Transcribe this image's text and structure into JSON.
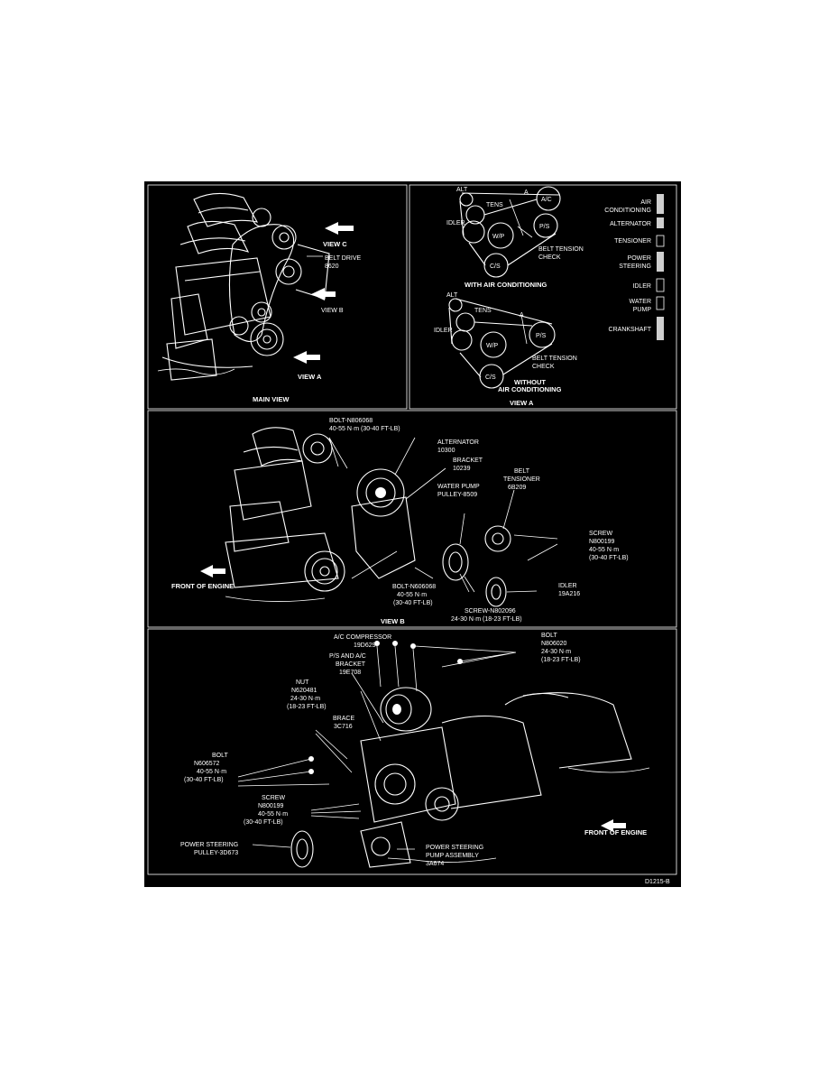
{
  "main_view": {
    "caption": "MAIN VIEW",
    "labels": {
      "view_c": "VIEW C",
      "belt_drive": [
        "BELT DRIVE",
        "8620"
      ],
      "view_b": "VIEW B",
      "view_a": "VIEW A"
    }
  },
  "view_a": {
    "caption": "VIEW A",
    "with_ac": {
      "title": "WITH AIR CONDITIONING",
      "pulleys": {
        "alt": "ALT",
        "tens": "TENS",
        "ac": "A/C",
        "idler": "IDLER",
        "wp": "W/P",
        "ps": "P/S",
        "cs": "C/S",
        "a": "A"
      },
      "belt_check": [
        "BELT TENSION",
        "CHECK"
      ]
    },
    "without_ac": {
      "title": [
        "WITHOUT",
        "AIR CONDITIONING"
      ],
      "pulleys": {
        "alt": "ALT",
        "tens": "TENS",
        "idler": "IDLER",
        "wp": "W/P",
        "ps": "P/S",
        "cs": "C/S",
        "a": "A"
      },
      "belt_check": [
        "BELT TENSION",
        "CHECK"
      ]
    },
    "legend": [
      {
        "label": [
          "AIR",
          "CONDITIONING"
        ]
      },
      {
        "label": [
          "ALTERNATOR"
        ]
      },
      {
        "label": [
          "TENSIONER"
        ]
      },
      {
        "label": [
          "POWER",
          "STEERING"
        ]
      },
      {
        "label": [
          "IDLER"
        ]
      },
      {
        "label": [
          "WATER",
          "PUMP"
        ]
      },
      {
        "label": [
          "CRANKSHAFT"
        ]
      }
    ]
  },
  "view_b": {
    "caption": "VIEW B",
    "labels": {
      "bolt_top": [
        "BOLT-N806068",
        "40-55 N·m (30-40 FT-LB)"
      ],
      "alternator": [
        "ALTERNATOR",
        "10300"
      ],
      "bracket": [
        "BRACKET",
        "10239"
      ],
      "belt_tensioner": [
        "BELT",
        "TENSIONER",
        "6B209"
      ],
      "water_pump_pulley": [
        "WATER PUMP",
        "PULLEY-8509"
      ],
      "screw": [
        "SCREW",
        "N800199",
        "40-55 N·m",
        "(30-40 FT-LB)"
      ],
      "front_of_engine": "FRONT OF ENGINE",
      "bolt_bottom": [
        "BOLT-N606068",
        "40-55 N·m",
        "(30-40 FT-LB)"
      ],
      "idler": [
        "IDLER",
        "19A216"
      ],
      "screw_bottom": [
        "SCREW-N802096",
        "24-30 N·m (18-23 FT-LB)"
      ]
    }
  },
  "view_c": {
    "labels": {
      "ac_compressor": [
        "A/C COMPRESSOR",
        "19D629"
      ],
      "ps_ac_bracket": [
        "P/S AND A/C",
        "BRACKET",
        "19E708"
      ],
      "bolt_right": [
        "BOLT",
        "N806020",
        "24-30 N·m",
        "(18-23 FT-LB)"
      ],
      "nut": [
        "NUT",
        "N620481",
        "24-30 N·m",
        "(18-23 FT-LB)"
      ],
      "brace": [
        "BRACE",
        "3C716"
      ],
      "bolt_left": [
        "BOLT",
        "N606572",
        "40-55 N·m",
        "(30-40 FT-LB)"
      ],
      "screw": [
        "SCREW",
        "N800199",
        "40-55 N·m",
        "(30-40 FT-LB)"
      ],
      "ps_pulley": [
        "POWER STEERING",
        "PULLEY-3D673"
      ],
      "ps_pump": [
        "POWER STEERING",
        "PUMP ASSEMBLY",
        "3A674"
      ],
      "front_of_engine": "FRONT OF ENGINE"
    }
  },
  "figure_id": "D1215-B"
}
